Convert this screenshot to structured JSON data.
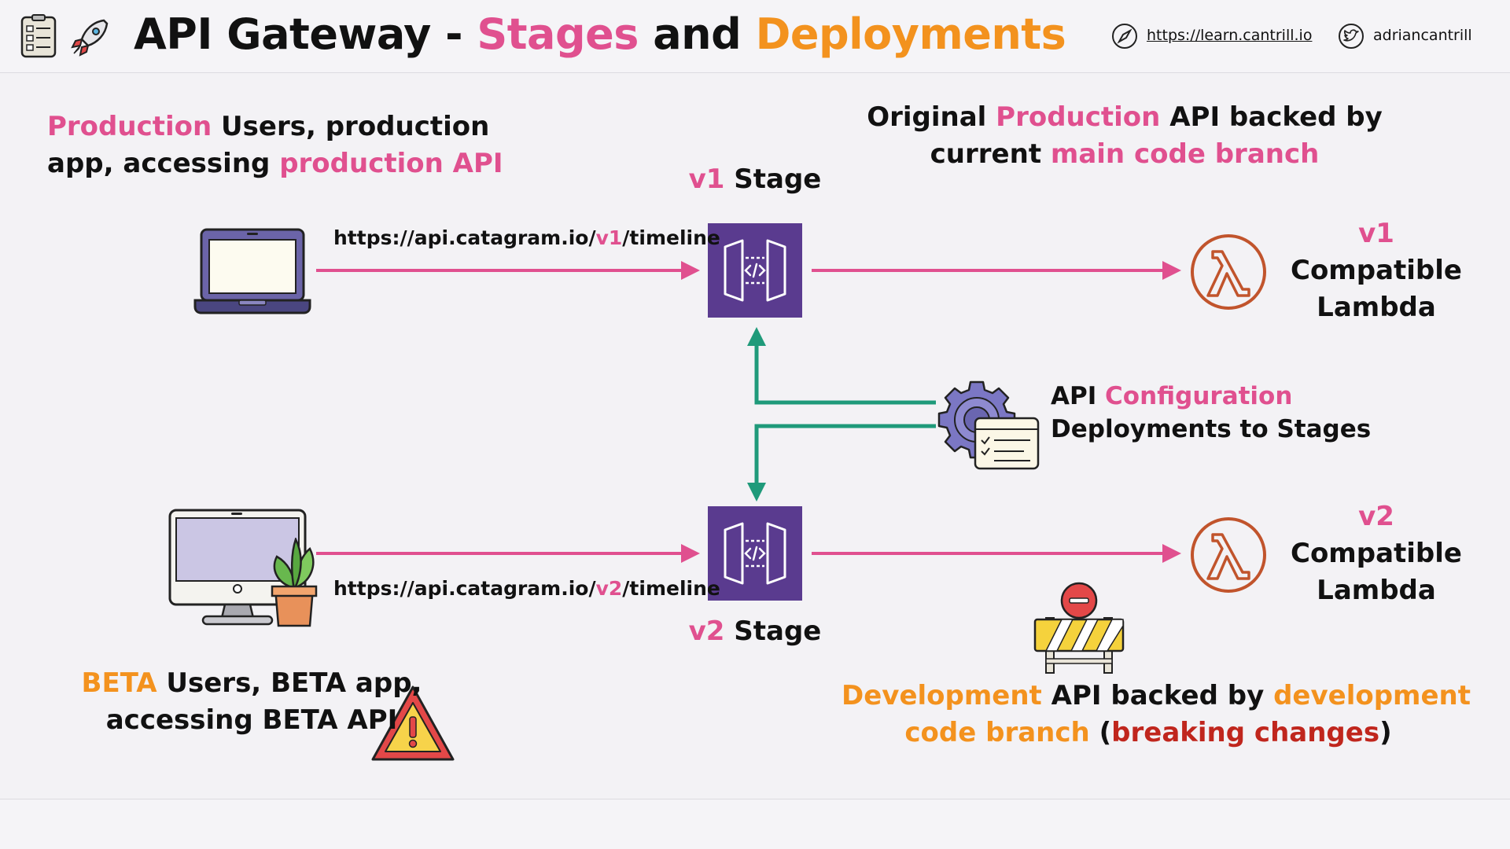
{
  "header": {
    "title_part1": "API Gateway - ",
    "title_part2": "Stages",
    "title_part3": " and ",
    "title_part4": "Deployments",
    "website": "https://learn.cantrill.io",
    "twitter": "adriancantrill",
    "icons": [
      "checklist-icon",
      "rocket-icon",
      "compass-icon",
      "twitter-icon"
    ]
  },
  "production_users": {
    "w1": "Production",
    "w2": " Users, production",
    "w3": "app, accessing ",
    "w4": "production API"
  },
  "original_api": {
    "w1": "Original ",
    "w2": "Production",
    "w3": " API backed by",
    "w4": "current ",
    "w5": "main code branch"
  },
  "v1_stage": {
    "version": "v1",
    "label": " Stage"
  },
  "v2_stage": {
    "version": "v2",
    "label": " Stage"
  },
  "url_v1": {
    "prefix": "https://api.catagram.io/",
    "version": "v1",
    "suffix": "/timeline"
  },
  "url_v2": {
    "prefix": "https://api.catagram.io/",
    "version": "v2",
    "suffix": "/timeline"
  },
  "lambda_v1": {
    "version": "v1",
    "line1": "Compatible",
    "line2": "Lambda"
  },
  "lambda_v2": {
    "version": "v2",
    "line1": "Compatible",
    "line2": "Lambda"
  },
  "api_config": {
    "w1": "API ",
    "w2": "Configuration",
    "line2": "Deployments to Stages"
  },
  "beta_users": {
    "w1": "BETA",
    "w2": " Users, BETA app,",
    "line2": "accessing BETA API"
  },
  "dev_api": {
    "w1": "Development",
    "w2": " API backed by ",
    "w3": "development",
    "w4": "code branch",
    "w5": " (",
    "w6": "breaking changes",
    "w7": ")"
  },
  "colors": {
    "pink": "#e0508f",
    "orange": "#f3921e",
    "red": "#c0261d",
    "green": "#1f9a7a",
    "apigw_purple": "#5a3b8f",
    "lambda_orange": "#c1542c"
  }
}
